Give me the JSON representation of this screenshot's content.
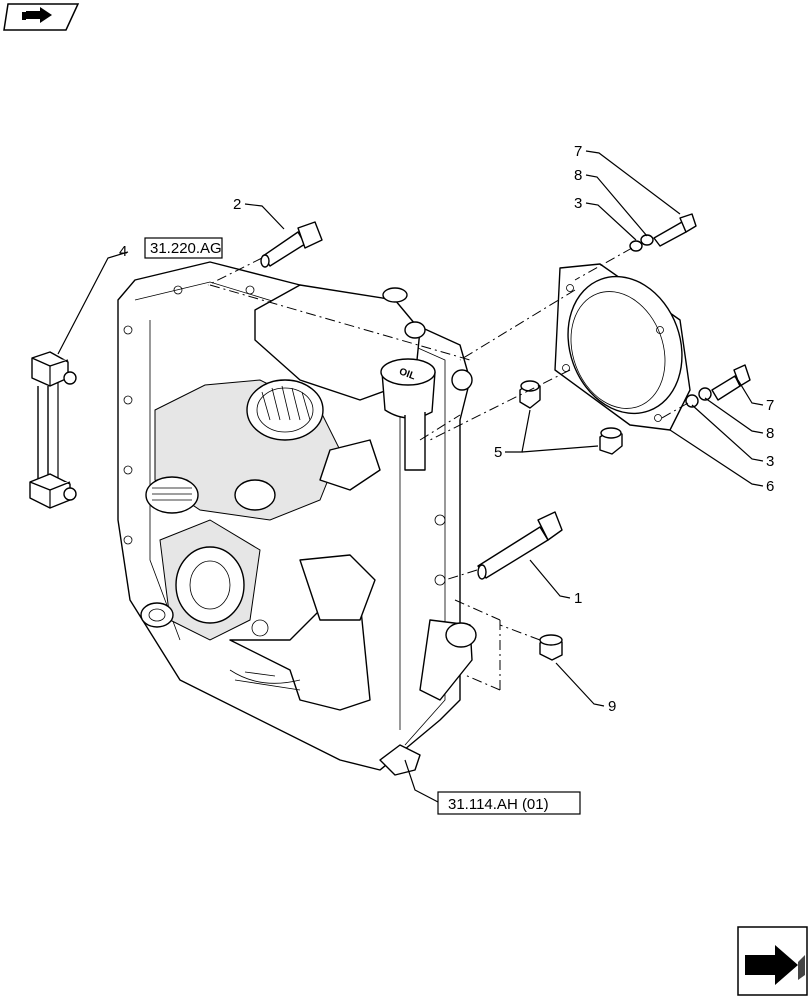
{
  "callouts": {
    "c1": "1",
    "c2": "2",
    "c3a": "3",
    "c3b": "3",
    "c4": "4",
    "c5": "5",
    "c6": "6",
    "c7a": "7",
    "c7b": "7",
    "c8a": "8",
    "c8b": "8",
    "c9": "9"
  },
  "references": {
    "ref_top": "31.220.AG",
    "ref_bottom": "31.114.AH (01)"
  },
  "housing_label": "OIL",
  "icons": {
    "top_left": "book-arrow-icon",
    "bottom_right": "next-page-arrow-icon"
  }
}
